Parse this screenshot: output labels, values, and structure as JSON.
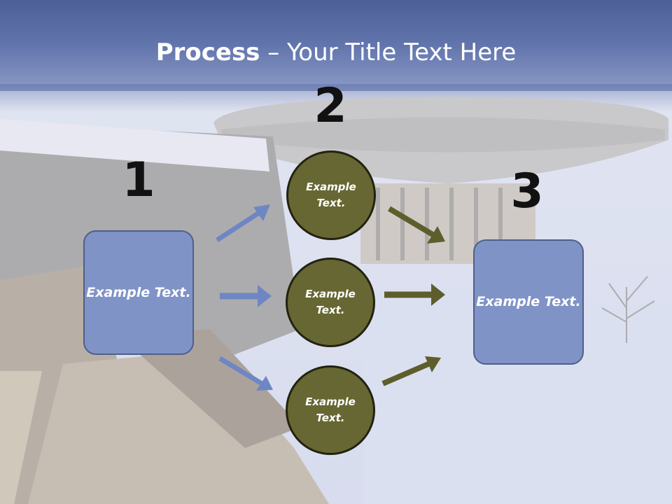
{
  "slide": {
    "title_bold": "Process",
    "title_rest": " – Your Title Text Here"
  },
  "steps": {
    "one": "1",
    "two": "2",
    "three": "3"
  },
  "boxes": {
    "left": "Example Text.",
    "right": "Example Text."
  },
  "circles": {
    "top": "Example Text.",
    "middle": "Example Text.",
    "bottom": "Example Text."
  },
  "colors": {
    "box_fill": "#7f93c7",
    "box_border": "#4f5f87",
    "circle_fill": "#676733",
    "left_arrows": "#6f86c4",
    "right_arrows": "#5e5e2c",
    "title_band": "#5b6fa8"
  }
}
